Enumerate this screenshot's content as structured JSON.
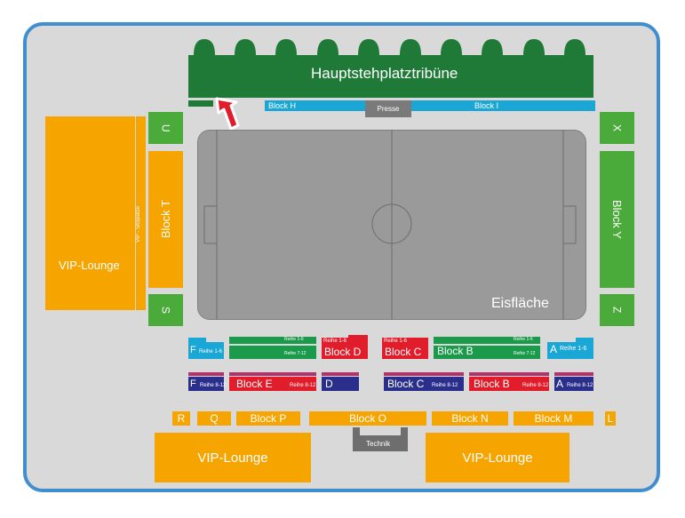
{
  "stand_main": "Hauptstehplatztribüne",
  "presse": "Presse",
  "block_h": "Block H",
  "block_i": "Block I",
  "ice": "Eisfläche",
  "u": "U",
  "s": "S",
  "x": "X",
  "z": "Z",
  "block_t": "Block T",
  "block_y": "Block Y",
  "vip_left": "VIP-Lounge",
  "vip_strip": "VIP - Sitzplätze",
  "upper": {
    "f_letter": "F",
    "f_rows": "Reihe 1-6",
    "green_left_top": "Reihe 1-6",
    "green_left_bottom": "Reihe 7-12",
    "block_d": "Block D",
    "block_d_rows": "Reihe 1-6",
    "block_c": "Block C",
    "block_c_rows": "Reihe 1-6",
    "block_b": "Block B",
    "block_b_rows_top": "Reihe 1-6",
    "block_b_rows_bottom": "Reihe 7-12",
    "a_letter": "A",
    "a_rows": "Reihe 1-6"
  },
  "lower": {
    "f": "F",
    "f_rows": "Reihe 8-12",
    "e": "Block E",
    "e_rows": "Reihe 8-12",
    "d": "D",
    "c": "Block C",
    "c_rows": "Reihe 8-12",
    "b": "Block B",
    "b_rows": "Reihe 8-12",
    "a": "A",
    "a_rows": "Reihe 8-12"
  },
  "bottom_row": [
    "R",
    "Q",
    "Block P",
    "Block O",
    "Block N",
    "Block M",
    "L"
  ],
  "technik": "Technik",
  "vip_bottom_left": "VIP-Lounge",
  "vip_bottom_right": "VIP-Lounge",
  "colors": {
    "frame": "#3f8fd0",
    "background": "#d9d9d9",
    "main_stand": "#1f7a37",
    "green": "#4bab3a",
    "orange": "#f5a400",
    "red": "#e11d2b",
    "cyan": "#1aa7d6",
    "navy": "#2b2f8c",
    "ice": "#9a9a9a"
  }
}
